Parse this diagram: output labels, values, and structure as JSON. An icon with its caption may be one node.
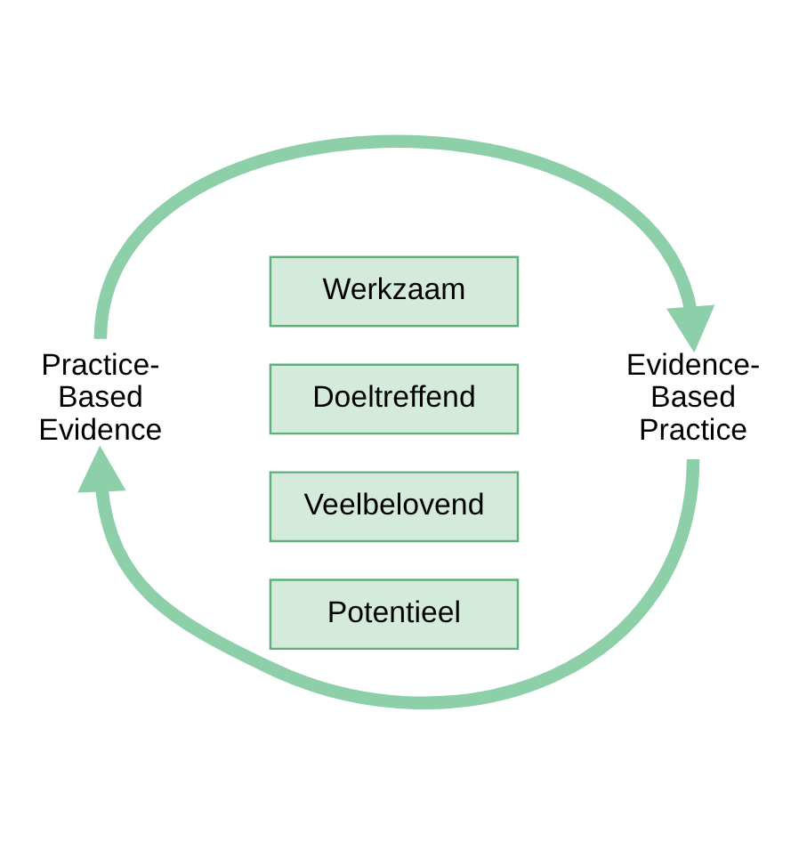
{
  "diagram": {
    "nodes": [
      {
        "text": [
          "Werkzaam"
        ]
      },
      {
        "text": [
          "Doeltreffend"
        ]
      },
      {
        "text": [
          "Veelbelovend"
        ]
      },
      {
        "text": [
          "Potentieel"
        ]
      },
      {
        "text": [
          "Practice-Based Evidence"
        ]
      },
      {
        "text": [
          "Evidence-Based Practice"
        ]
      }
    ],
    "edges": [
      {
        "from": 4,
        "to": 5,
        "arrow": "to"
      },
      {
        "from": 5,
        "to": 4,
        "arrow": "to"
      }
    ]
  }
}
